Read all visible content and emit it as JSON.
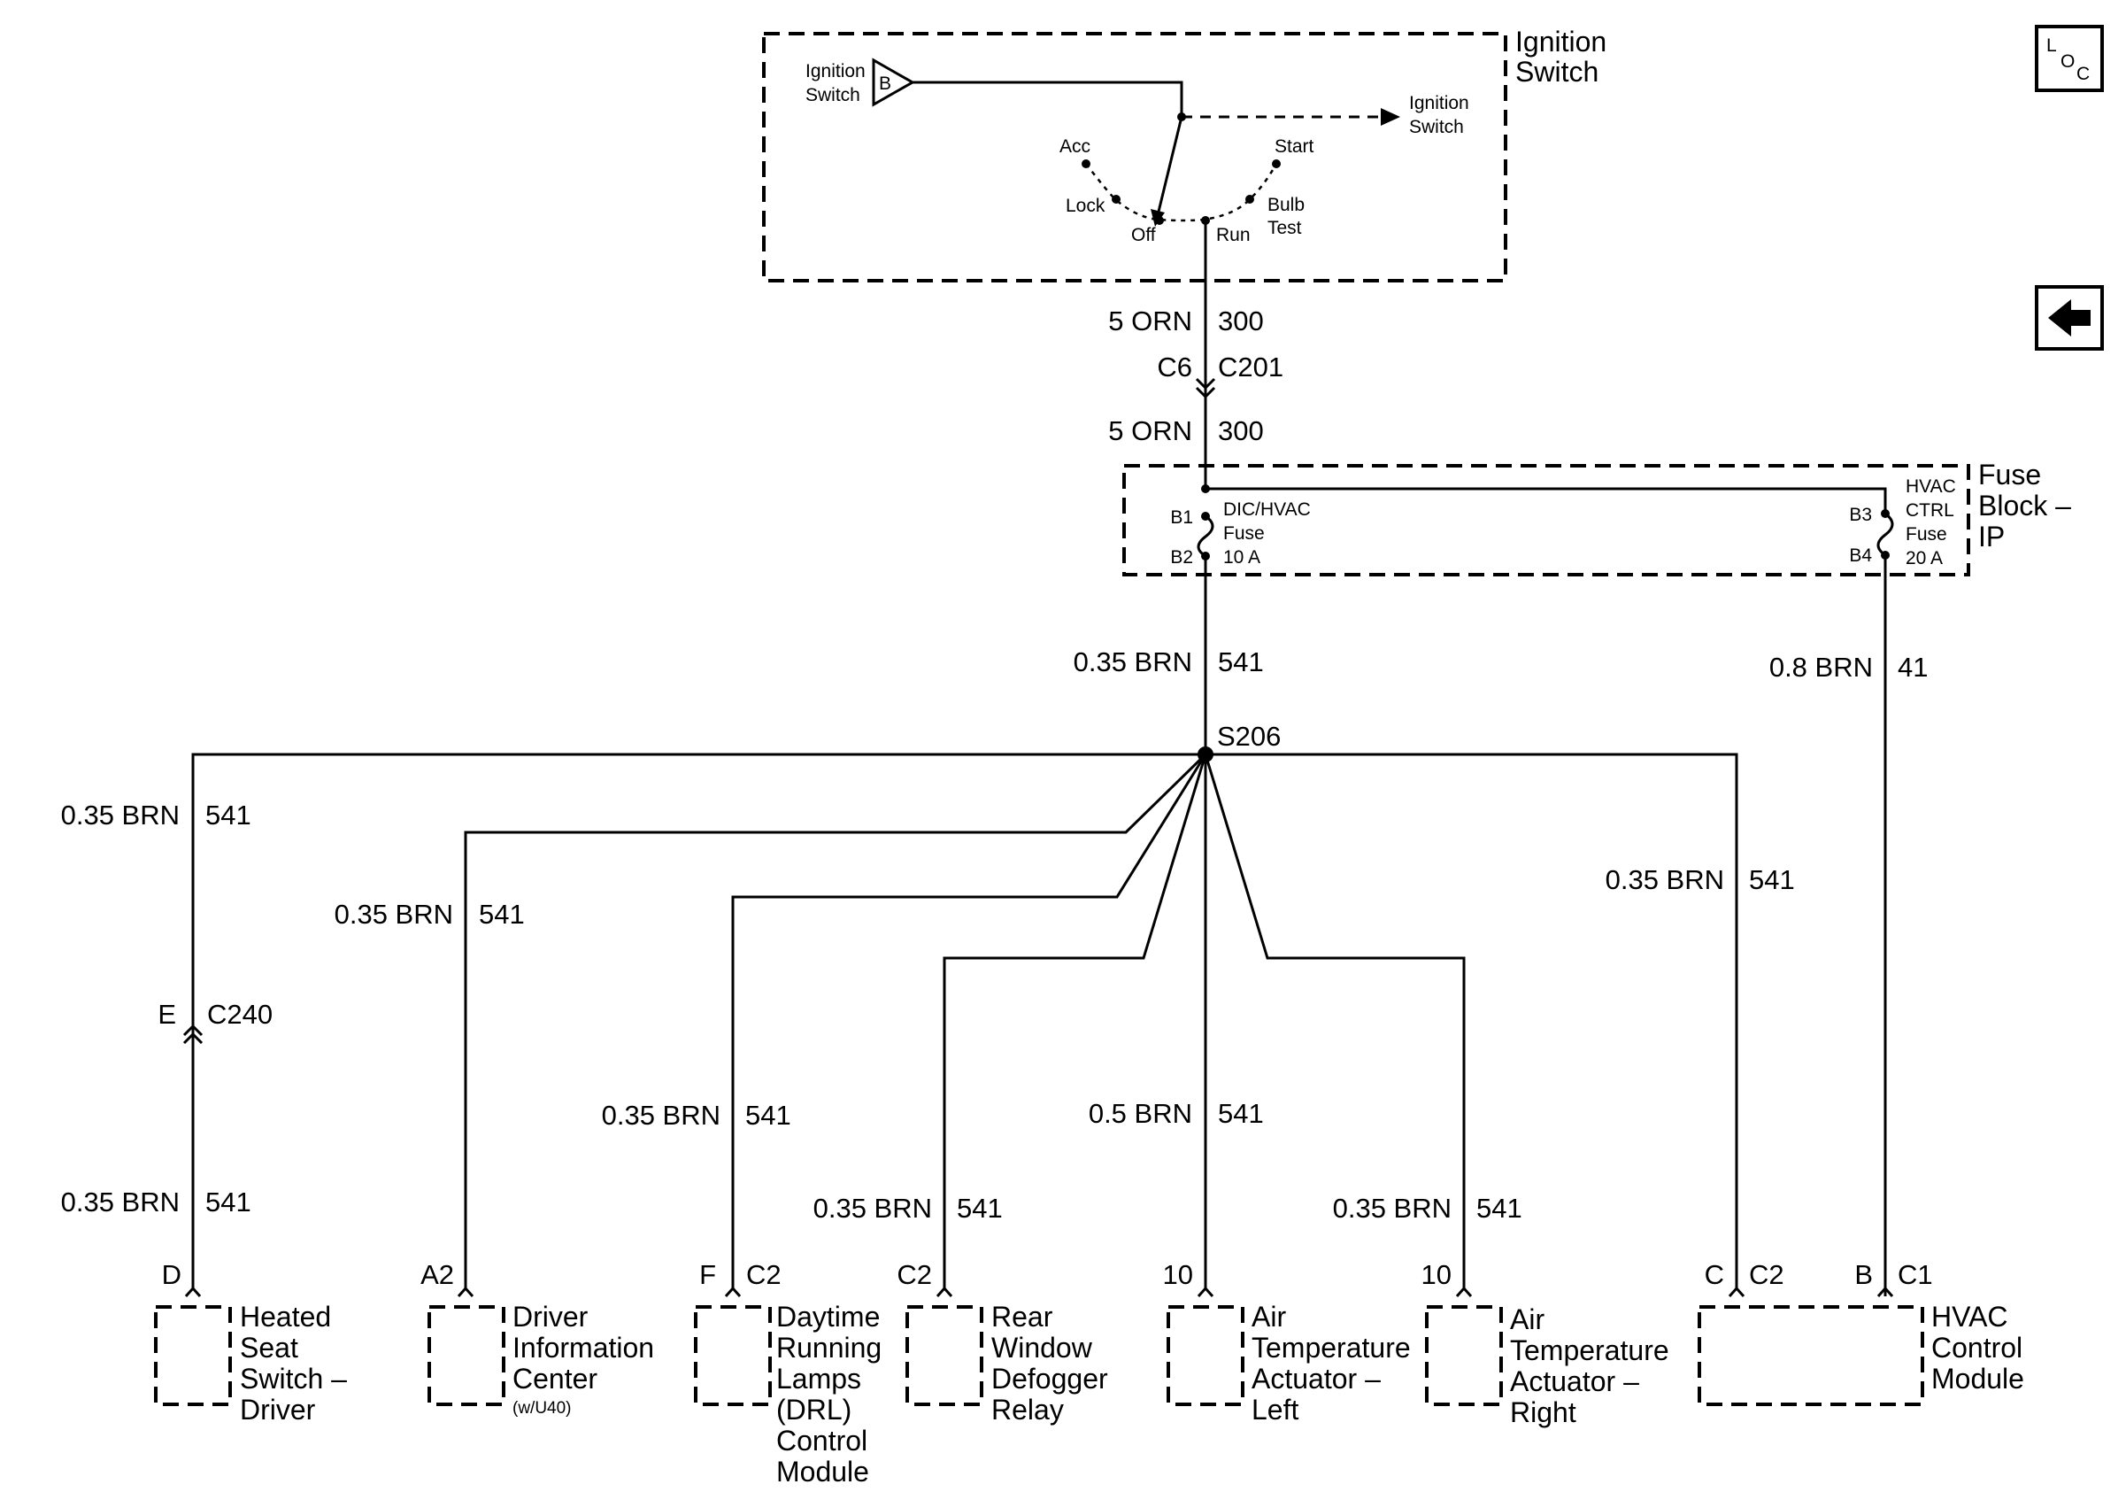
{
  "ignition_switch": {
    "title": [
      "Ignition",
      "Switch"
    ],
    "input_label": [
      "Ignition",
      "Switch"
    ],
    "input_pin": "B",
    "output_label": [
      "Ignition",
      "Switch"
    ],
    "positions": {
      "acc": "Acc",
      "lock": "Lock",
      "off": "Off",
      "run": "Run",
      "start": "Start",
      "bulb_test": [
        "Bulb",
        "Test"
      ]
    }
  },
  "nav": {
    "loc_top": "L",
    "loc_mid": "O",
    "loc_bot": "C",
    "back_arrow": "back-arrow-icon"
  },
  "main_feed": {
    "upper_wire": {
      "gauge_color": "5 ORN",
      "circuit": "300"
    },
    "connector": {
      "pin": "C6",
      "name": "C201"
    },
    "lower_wire": {
      "gauge_color": "5 ORN",
      "circuit": "300"
    }
  },
  "fuse_block": {
    "title": [
      "Fuse",
      "Block –",
      "IP"
    ],
    "fuse1": {
      "in_pin": "B1",
      "out_pin": "B2",
      "label": [
        "DIC/HVAC",
        "Fuse",
        "10 A"
      ]
    },
    "fuse2": {
      "in_pin": "B3",
      "out_pin": "B4",
      "label": [
        "HVAC",
        "CTRL",
        "Fuse",
        "20 A"
      ]
    }
  },
  "wires": {
    "fuse_to_splice": {
      "gauge_color": "0.35 BRN",
      "circuit": "541"
    },
    "fuse2_out": {
      "gauge_color": "0.8 BRN",
      "circuit": "41"
    },
    "splice": "S206",
    "heated_seat_upper": {
      "gauge_color": "0.35 BRN",
      "circuit": "541"
    },
    "heated_seat_conn": {
      "pin": "E",
      "name": "C240"
    },
    "heated_seat_lower": {
      "gauge_color": "0.35 BRN",
      "circuit": "541"
    },
    "dic": {
      "gauge_color": "0.35 BRN",
      "circuit": "541"
    },
    "drl": {
      "gauge_color": "0.35 BRN",
      "circuit": "541"
    },
    "defog": {
      "gauge_color": "0.35 BRN",
      "circuit": "541"
    },
    "air_left": {
      "gauge_color": "0.5 BRN",
      "circuit": "541"
    },
    "air_right": {
      "gauge_color": "0.35 BRN",
      "circuit": "541"
    },
    "hvac": {
      "gauge_color": "0.35 BRN",
      "circuit": "541"
    }
  },
  "components": {
    "heated_seat": {
      "pin": "D",
      "connector": "",
      "label": [
        "Heated",
        "Seat",
        "Switch –",
        "Driver"
      ]
    },
    "dic": {
      "pin": "A2",
      "connector": "",
      "label": [
        "Driver",
        "Information",
        "Center"
      ],
      "note": "(w/U40)"
    },
    "drl": {
      "pin": "F",
      "connector": "C2",
      "label": [
        "Daytime",
        "Running",
        "Lamps",
        "(DRL)",
        "Control",
        "Module"
      ]
    },
    "defog": {
      "pin": "",
      "connector": "C2",
      "label": [
        "Rear",
        "Window",
        "Defogger",
        "Relay"
      ]
    },
    "air_left": {
      "pin": "10",
      "connector": "",
      "label": [
        "Air",
        "Temperature",
        "Actuator –",
        "Left"
      ]
    },
    "air_right": {
      "pin": "10",
      "connector": "",
      "label": [
        "Air",
        "Temperature",
        "Actuator –",
        "Right"
      ]
    },
    "hvac": {
      "pin_c": "C",
      "conn_c": "C2",
      "pin_b": "B",
      "conn_b": "C1",
      "label": [
        "HVAC",
        "Control",
        "Module"
      ]
    }
  }
}
